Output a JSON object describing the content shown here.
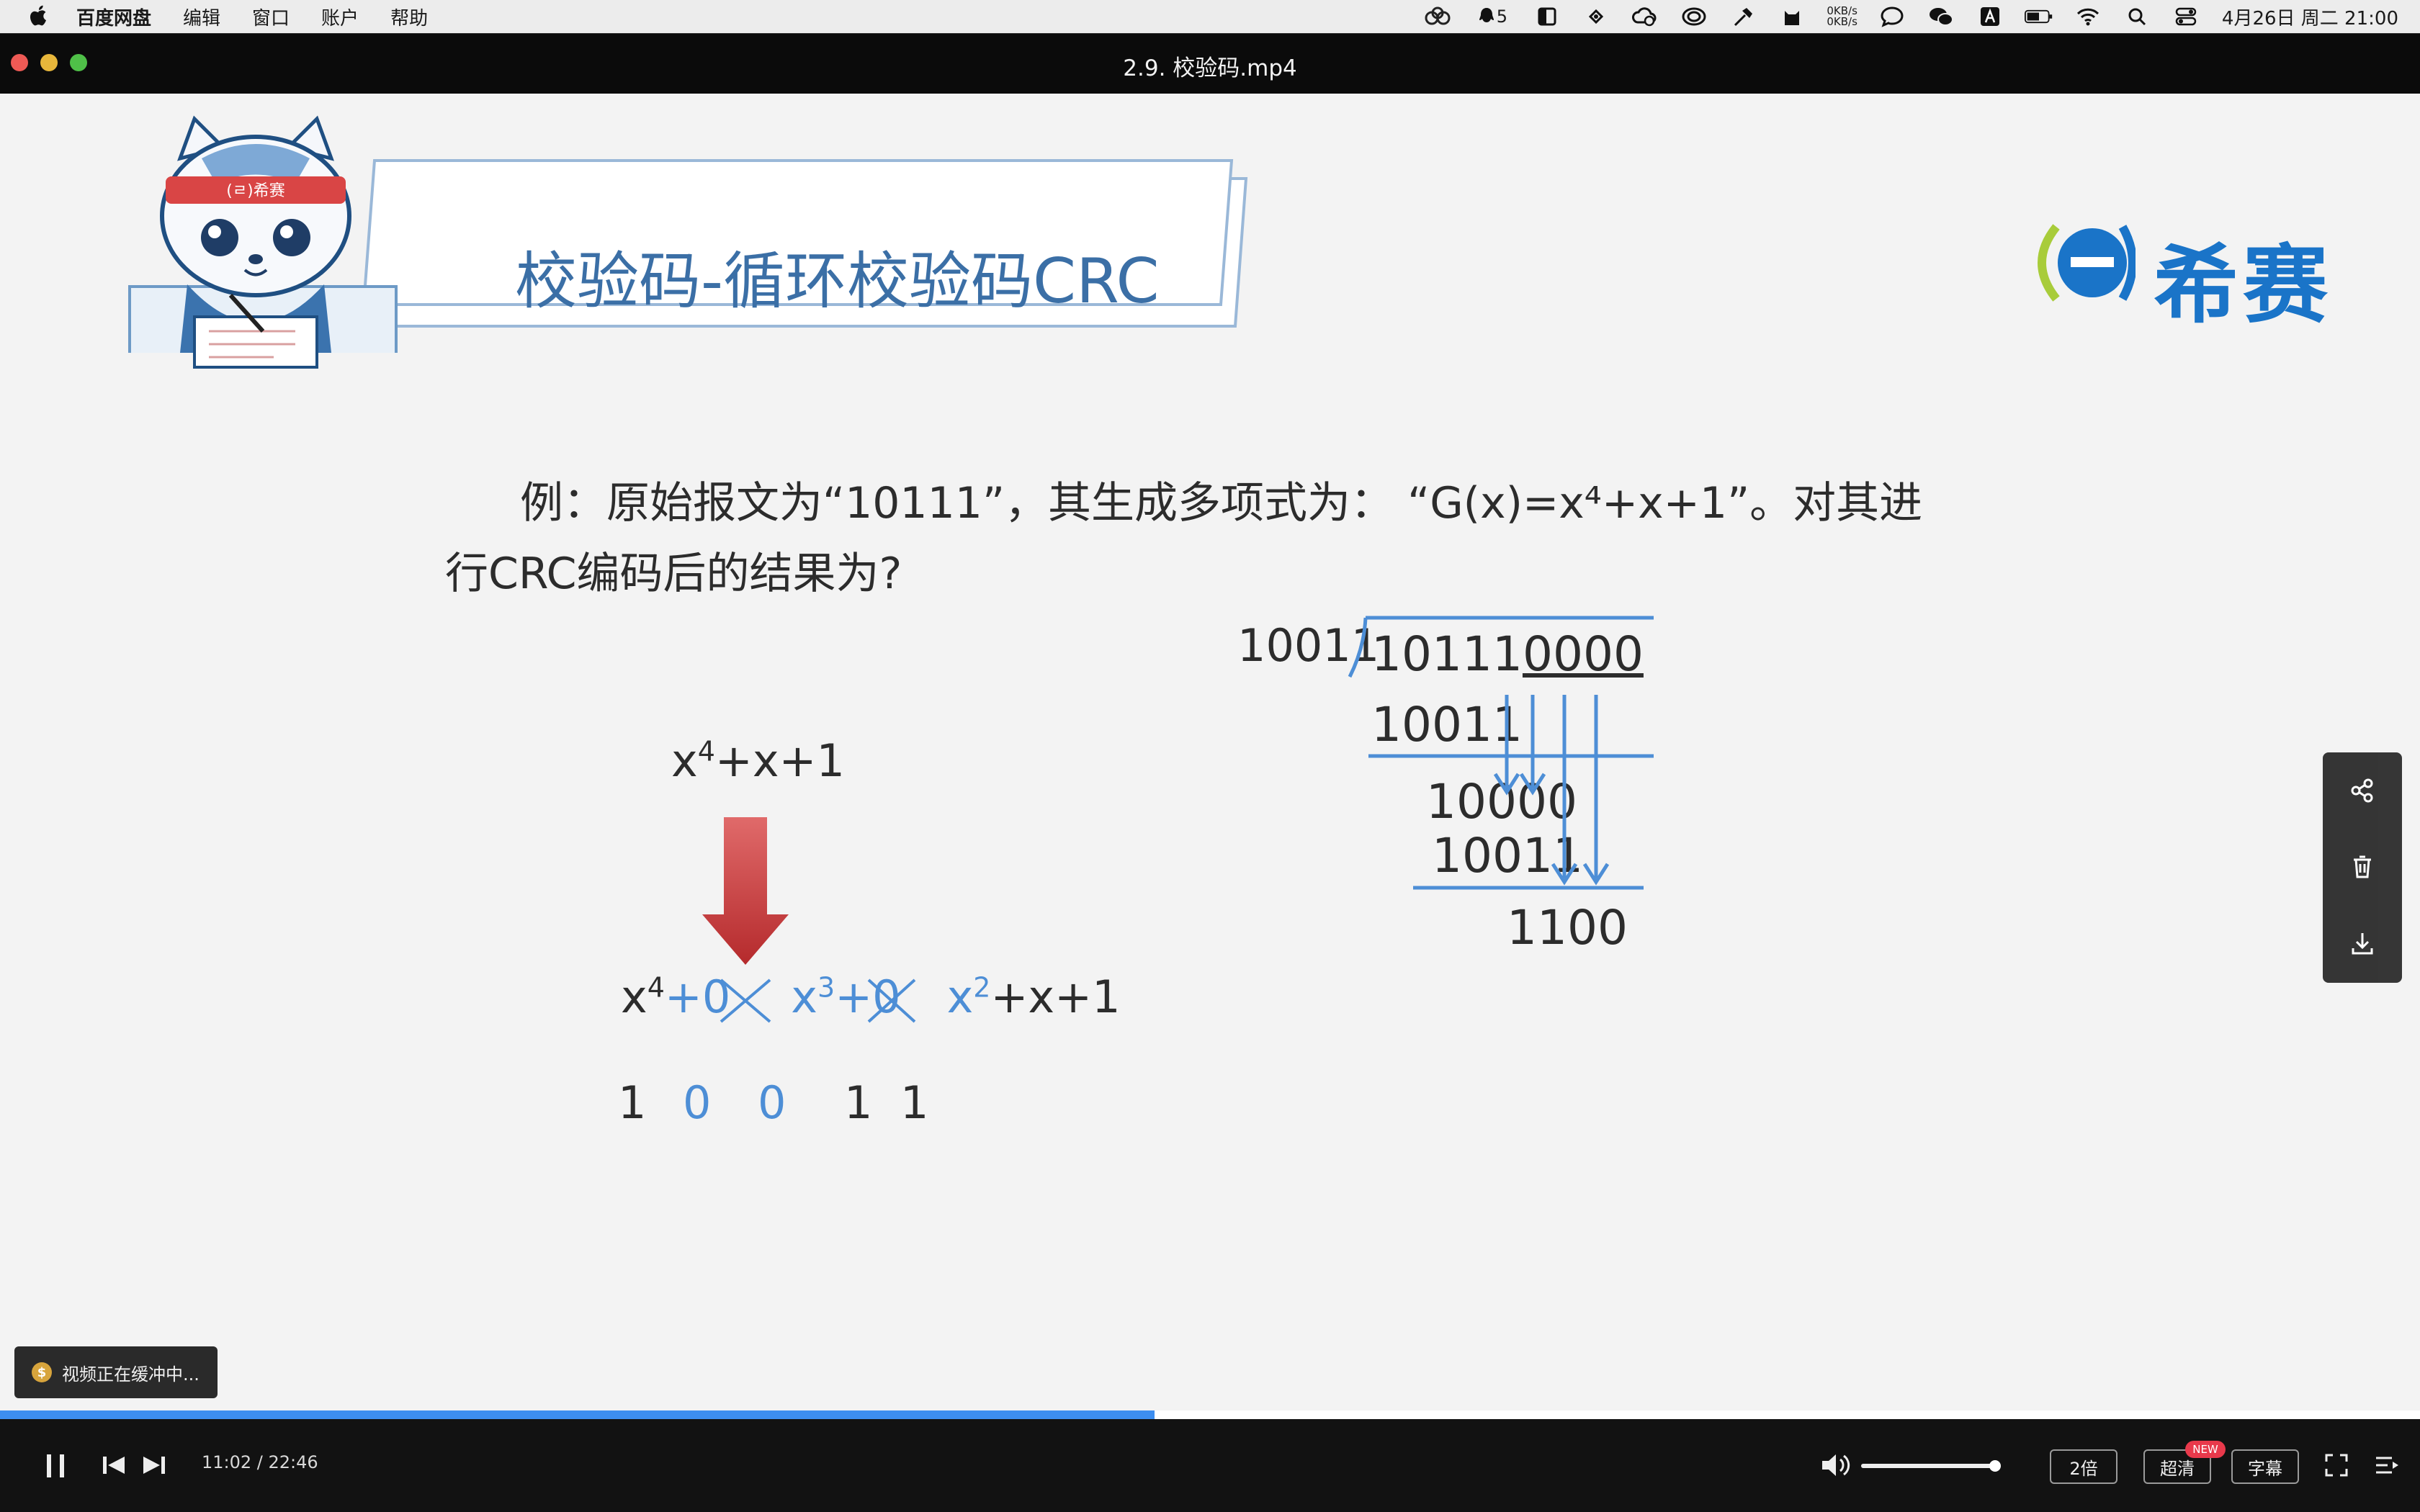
{
  "menubar": {
    "app_name": "百度网盘",
    "items": [
      "编辑",
      "窗口",
      "账户",
      "帮助"
    ],
    "notification_count": "5",
    "net_up": "0KB/s",
    "net_down": "0KB/s",
    "clock": "4月26日 周二 21:00"
  },
  "window": {
    "title": "2.9. 校验码.mp4"
  },
  "slide": {
    "title": "校验码-循环校验码CRC",
    "brand": "希赛",
    "mascot_band_text": "(ㄹ)希赛",
    "question_line1": "例：原始报文为“10111”，其生成多项式为：  “G(x)=x⁴+x+1”。对其进",
    "question_line2": "行CRC编码后的结果为?",
    "polynomial": {
      "base": "x",
      "exp": "4",
      "rest": "+x+1"
    },
    "expansion": {
      "x": "x",
      "e4": "4",
      "plus0_a": "+0",
      "e3": "3",
      "plus0_b": "+0",
      "e2": "2",
      "tail": "+x+1"
    },
    "bits": [
      "1",
      "0",
      "0",
      "1",
      "1"
    ],
    "division": {
      "divisor": "10011",
      "dividend_head": "10111",
      "dividend_zeros": "0000",
      "step1": "10011",
      "step2": "10000",
      "step3": "10011",
      "remainder": "1100"
    }
  },
  "toast": {
    "coin_symbol": "$",
    "text": "视频正在缓冲中..."
  },
  "player": {
    "progress_percent": 47.7,
    "time": "11:02 / 22:46",
    "speed": "2倍",
    "quality": "超清",
    "new_badge": "NEW",
    "subtitle": "字幕",
    "volume_percent": 100
  },
  "colors": {
    "accent": "#3d8ef0",
    "title_blue": "#3b6fa6",
    "math_blue": "#4d8ed6",
    "arrow_red": "#cc3a3c",
    "close": "#ee5a55",
    "minimize": "#e8b73b",
    "zoom": "#4fc048"
  }
}
